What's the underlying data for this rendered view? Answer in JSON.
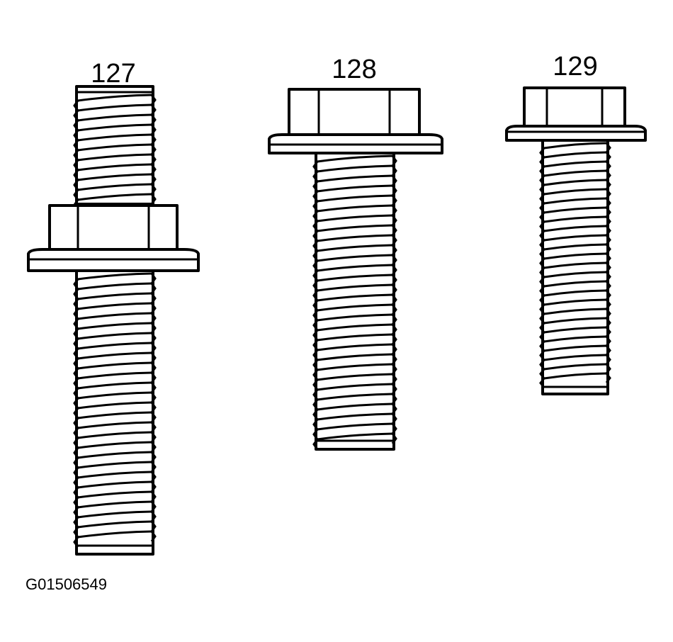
{
  "parts": [
    {
      "id": "127",
      "label": "127",
      "kind": "stud-with-flange-nut"
    },
    {
      "id": "128",
      "label": "128",
      "kind": "flange-bolt"
    },
    {
      "id": "129",
      "label": "129",
      "kind": "flange-bolt"
    }
  ],
  "figure_code": "G01506549",
  "colors": {
    "line": "#000000",
    "background": "#ffffff"
  }
}
